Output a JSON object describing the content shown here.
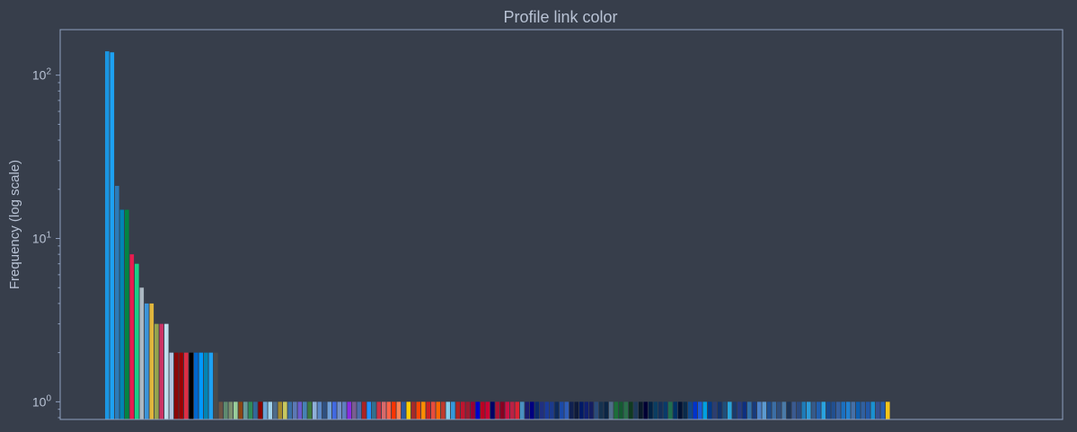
{
  "chart_data": {
    "type": "bar",
    "title": "Profile link color",
    "xlabel": "",
    "ylabel": "Frequency (log scale)",
    "yscale": "log",
    "ylim": [
      0.78,
      190
    ],
    "yticks": [
      {
        "value": 1,
        "base": "10",
        "exp": "0"
      },
      {
        "value": 10,
        "base": "10",
        "exp": "1"
      },
      {
        "value": 100,
        "base": "10",
        "exp": "2"
      }
    ],
    "grid": false,
    "colors": {
      "background": "#373e4b",
      "axes": "#8fa0bf",
      "text": "#b8c2d4"
    },
    "bar_colors": [
      "#1b95e0",
      "#1da1f2",
      "#2b7bb9",
      "#0084b4",
      "#038543",
      "#e81c4f",
      "#19cf86",
      "#abb8c2",
      "#3b94d9",
      "#e0b63d",
      "#94a24e",
      "#cc3366",
      "#c0deed",
      "#b0c4de",
      "#8a0707",
      "#990000",
      "#dd2e44",
      "#000000",
      "#0066cc",
      "#0099ff",
      "#0084b4",
      "#1da1f2",
      "#4a4a4a",
      "#6b5344",
      "#5e8a6f",
      "#7b8f6e",
      "#99cc99",
      "#8b4513",
      "#669999",
      "#2e8b57",
      "#336699",
      "#8b0000",
      "#6ba3d6",
      "#a0d2eb",
      "#4d6b8a",
      "#a58b2c",
      "#c8c85e",
      "#3a6ea5",
      "#5b79b5",
      "#6a5acd",
      "#4682b4",
      "#3d7a3d",
      "#8fb0d8",
      "#5a87c5",
      "#2f4f7f",
      "#6e9fd8",
      "#4169e1",
      "#7290c8",
      "#5f7fbf",
      "#8a2be2",
      "#7a5c91",
      "#4c6ca8",
      "#aa2222",
      "#1e90ff",
      "#31708f",
      "#cc3344",
      "#d86a6a",
      "#ff6347",
      "#ff3300",
      "#ff7f50",
      "#2c5aa0",
      "#ffcc00",
      "#a52a2a",
      "#ff4500",
      "#ff8c00",
      "#cc2222",
      "#e84c3d",
      "#ff6600",
      "#c0392b",
      "#87ceeb",
      "#3498db",
      "#b22222",
      "#c0142e",
      "#9b1b30",
      "#990033",
      "#0000cc",
      "#bb0022",
      "#cc0033",
      "#000066",
      "#aa1133",
      "#880022",
      "#cc1144",
      "#bb2244",
      "#dd2233",
      "#4a90c0",
      "#1a1a6e",
      "#000080",
      "#0a2a6a",
      "#203080",
      "#1a3a9a",
      "#1b3a8c",
      "#0d2a5c",
      "#1c4aa8",
      "#2e5cb8",
      "#102050",
      "#0e1a3a",
      "#001a66",
      "#0f1f6f",
      "#141e60",
      "#2a4a7a",
      "#16324f",
      "#0b2545",
      "#4f6d8a",
      "#1c6e3a",
      "#145a32",
      "#2a6e4a",
      "#103a22",
      "#1e3a5a",
      "#0a1a2a",
      "#000033",
      "#002244",
      "#0a3d62",
      "#14305a",
      "#093a6a",
      "#1f6f4f",
      "#003366",
      "#001133",
      "#0a2a4a",
      "#104a8a",
      "#0033cc",
      "#1a5ad8",
      "#00a0e0",
      "#003a8a",
      "#2c3e70",
      "#13336b",
      "#1f4e79",
      "#27a3d8",
      "#1a3a6a",
      "#263c80",
      "#0e2f7f",
      "#2f6fa8",
      "#183a7a",
      "#4a80c8",
      "#5c9ad0",
      "#1d4d8d",
      "#3b6ea5",
      "#2e4d7b",
      "#4a7aa8",
      "#1d3557",
      "#3a5a90",
      "#2b4a80",
      "#1e7bb8",
      "#2a9ad8",
      "#355a8a",
      "#1f5faf",
      "#29a3e0",
      "#16498e",
      "#214f8f",
      "#345f9f",
      "#1b70c0",
      "#2080d0",
      "#4470a8",
      "#0d5fb0",
      "#3060a0",
      "#2258a8",
      "#1a90d0",
      "#365090",
      "#2860b0",
      "#f5c518"
    ]
  }
}
